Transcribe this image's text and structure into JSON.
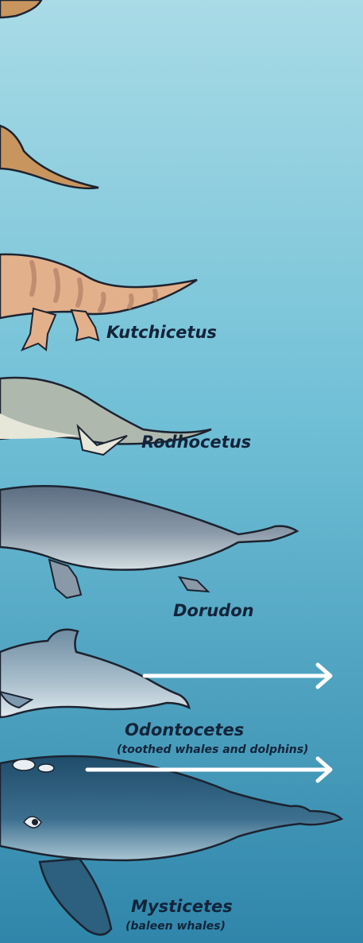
{
  "figure": {
    "labels": {
      "kutchicetus": "Kutchicetus",
      "rodhocetus": "Rodhocetus",
      "dorudon": "Dorudon",
      "odontocetes": "Odontocetes",
      "odontocetes_sub": "(toothed whales and dolphins)",
      "mysticetes": "Mysticetes",
      "mysticetes_sub": "(baleen whales)"
    },
    "colors": {
      "water_top": "#a9dbe6",
      "water_bottom": "#2f86aa",
      "label_text": "#13243a",
      "arrow": "#ffffff",
      "kutchicetus_body": "#e2b08b",
      "kutchicetus_stripes": "#b9856a",
      "rodhocetus_body": "#aeb8ac",
      "rodhocetus_belly": "#e6e6d9",
      "dorudon_body": "#6d7f92",
      "dorudon_belly": "#d4dee2",
      "dolphin_body": "#7d99ad",
      "dolphin_belly": "#dbe7ec",
      "baleen_body": "#2d5f7e",
      "baleen_belly": "#a9c5d3",
      "outline": "#1c2330"
    }
  }
}
